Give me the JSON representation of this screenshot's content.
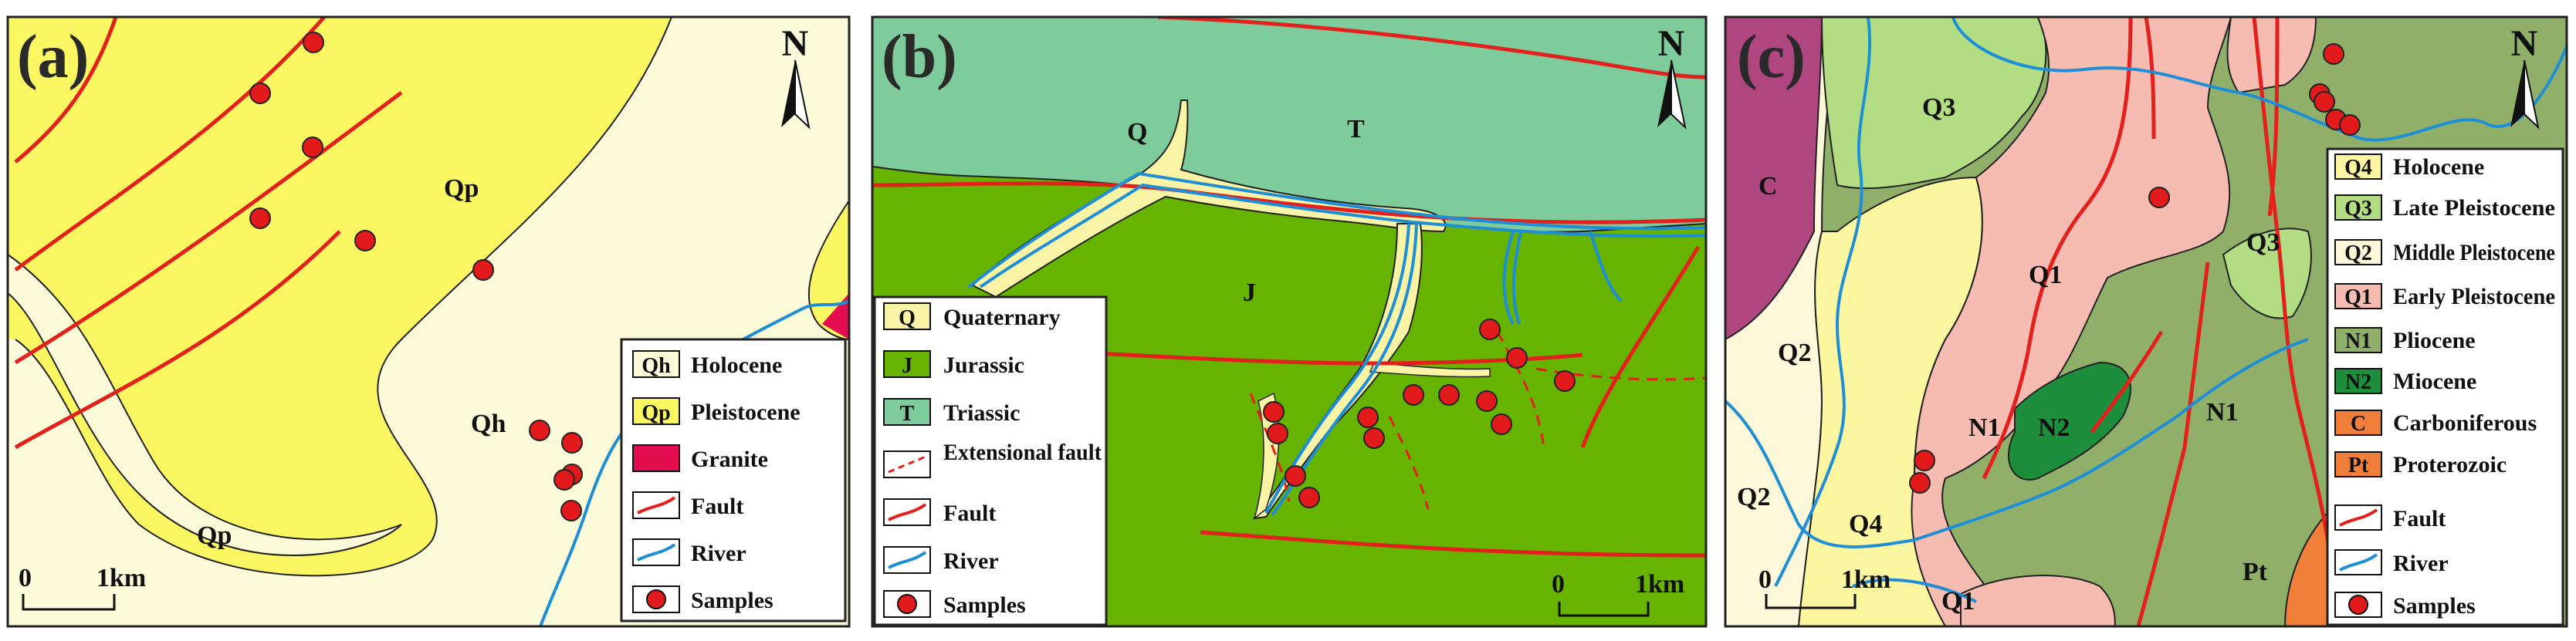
{
  "colors": {
    "holocene_a": "#fbfad9",
    "pleistocene_a": "#fbf763",
    "granite": "#e30d4f",
    "fault": "#e3201c",
    "river": "#1e8fd6",
    "sample": "#e31a1c",
    "quaternary_b": "#f9f3a6",
    "jurassic": "#66b300",
    "triassic": "#7ecb9b",
    "q4": "#fcf6a1",
    "q3": "#b2dd82",
    "q2": "#fdf8da",
    "q1": "#f6bcb2",
    "n1": "#90b06a",
    "n2": "#1d8f3c",
    "carboniferous": "#b0467f",
    "proterozoic": "#f07f3a"
  },
  "icons": {
    "north_arrow": "north-arrow-icon",
    "sample": "sample-dot-icon"
  },
  "panels": [
    {
      "title": "(a)",
      "north": "N",
      "scale": {
        "zero": "0",
        "unit": "1km"
      },
      "map_labels": [
        "Qp",
        "Qh",
        "Qp"
      ],
      "legend": [
        {
          "code": "Qh",
          "label": "Holocene"
        },
        {
          "code": "Qp",
          "label": "Pleistocene"
        },
        {
          "code": "",
          "label": "Granite"
        },
        {
          "code": "",
          "label": "Fault"
        },
        {
          "code": "",
          "label": "River"
        },
        {
          "code": "",
          "label": "Samples"
        }
      ]
    },
    {
      "title": "(b)",
      "north": "N",
      "scale": {
        "zero": "0",
        "unit": "1km"
      },
      "map_labels": [
        "Q",
        "T",
        "J"
      ],
      "legend": [
        {
          "code": "Q",
          "label": "Quaternary"
        },
        {
          "code": "J",
          "label": "Jurassic"
        },
        {
          "code": "T",
          "label": "Triassic"
        },
        {
          "code": "",
          "label": "Extensional fault"
        },
        {
          "code": "",
          "label": "Fault"
        },
        {
          "code": "",
          "label": "River"
        },
        {
          "code": "",
          "label": "Samples"
        }
      ]
    },
    {
      "title": "(c)",
      "north": "N",
      "scale": {
        "zero": "0",
        "unit": "1km"
      },
      "map_labels": [
        "C",
        "Q3",
        "Q1",
        "Q2",
        "Q2",
        "Q4",
        "N1",
        "N2",
        "N1",
        "Q3",
        "Pt",
        "Q1"
      ],
      "legend": [
        {
          "code": "Q4",
          "label": "Holocene"
        },
        {
          "code": "Q3",
          "label": "Late Pleistocene"
        },
        {
          "code": "Q2",
          "label": "Middle Pleistocene"
        },
        {
          "code": "Q1",
          "label": "Early Pleistocene"
        },
        {
          "code": "N1",
          "label": "Pliocene"
        },
        {
          "code": "N2",
          "label": "Miocene"
        },
        {
          "code": "C",
          "label": "Carboniferous"
        },
        {
          "code": "Pt",
          "label": "Proterozoic"
        },
        {
          "code": "",
          "label": "Fault"
        },
        {
          "code": "",
          "label": "River"
        },
        {
          "code": "",
          "label": "Samples"
        }
      ]
    }
  ]
}
